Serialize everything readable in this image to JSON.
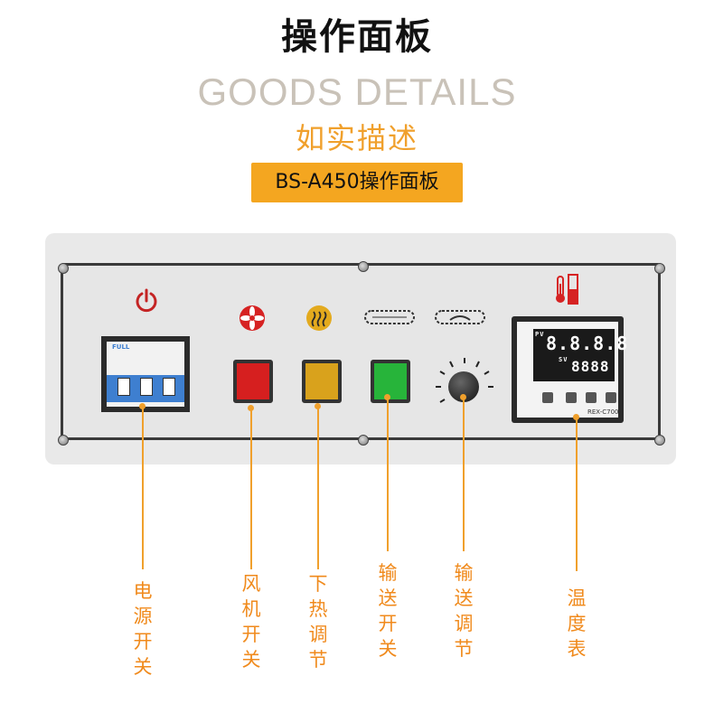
{
  "header": {
    "title": "操作面板",
    "subtitle_en": "GOODS DETAILS",
    "subtitle_cn": "如实描述",
    "model_label": "BS-A450操作面板"
  },
  "panel": {
    "breaker": {
      "brand": "FULL"
    },
    "controller": {
      "pv_label": "PV",
      "sv_label": "SV",
      "pv_value": "8.8.8.8",
      "sv_value": "8888",
      "model": "REX-C700"
    },
    "rocker_colors": {
      "fan": "#d61f1f",
      "heat": "#d9a21c",
      "conveyor": "#27b43a"
    }
  },
  "callouts": [
    {
      "id": "power",
      "text": "电源开关"
    },
    {
      "id": "fan",
      "text": "风机开关"
    },
    {
      "id": "heat",
      "text": "下热调节"
    },
    {
      "id": "conveyor_switch",
      "text": "输送开关"
    },
    {
      "id": "conveyor_adjust",
      "text": "输送调节"
    },
    {
      "id": "temp",
      "text": "温度表"
    }
  ]
}
